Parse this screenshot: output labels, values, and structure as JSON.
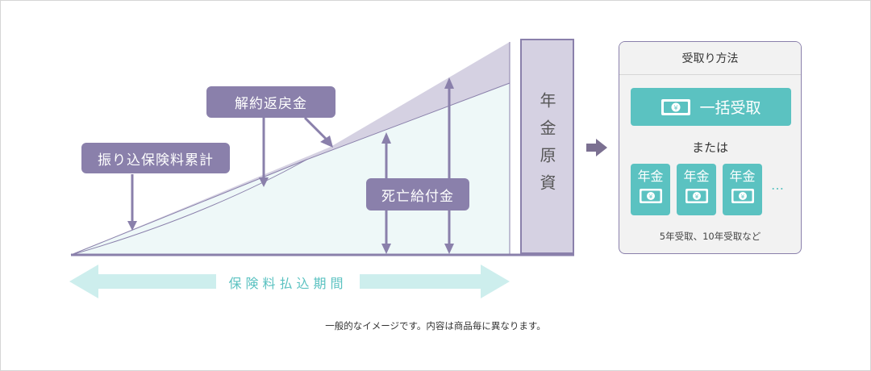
{
  "diagram": {
    "labels": {
      "premium_total": "振り込保険料累計",
      "surrender_value": "解約返戻金",
      "death_benefit": "死亡給付金",
      "pension_fund": "年金原資",
      "payment_period": "保険料払込期間"
    },
    "receipt": {
      "title": "受取り方法",
      "lump_sum": "一括受取",
      "or": "または",
      "annuity_label": "年金",
      "ellipsis": "…",
      "note": "5年受取、10年受取など"
    },
    "footnote": "一般的なイメージです。内容は商品毎に異なります。",
    "icons": [
      "arrow-right-icon",
      "banknote-icon"
    ],
    "colors": {
      "accent_purple": "#8a80ab",
      "light_purple": "#d5d1e2",
      "teal": "#5bc2c1",
      "light_teal": "#cdeeed",
      "area_fill": "#eef8f8"
    }
  }
}
